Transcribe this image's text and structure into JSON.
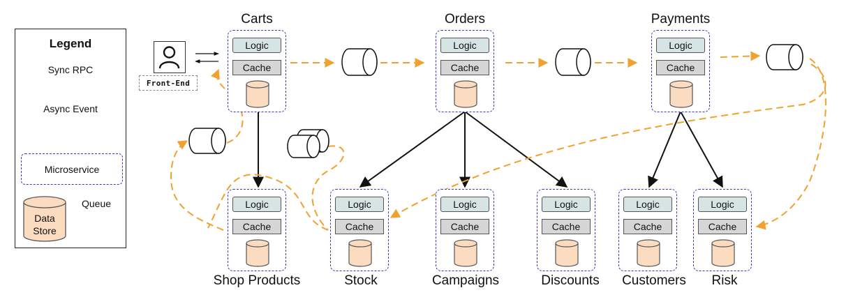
{
  "legend": {
    "title": "Legend",
    "sync_rpc": "Sync RPC",
    "async_event": "Async Event",
    "microservice": "Microservice",
    "data_store_line1": "Data",
    "data_store_line2": "Store",
    "queue": "Queue"
  },
  "front_end": {
    "label": "Front-End"
  },
  "services": {
    "carts": {
      "name": "Carts",
      "logic": "Logic",
      "cache": "Cache"
    },
    "orders": {
      "name": "Orders",
      "logic": "Logic",
      "cache": "Cache"
    },
    "payments": {
      "name": "Payments",
      "logic": "Logic",
      "cache": "Cache"
    },
    "shop_products": {
      "name": "Shop Products",
      "logic": "Logic",
      "cache": "Cache"
    },
    "stock": {
      "name": "Stock",
      "logic": "Logic",
      "cache": "Cache"
    },
    "campaigns": {
      "name": "Campaigns",
      "logic": "Logic",
      "cache": "Cache"
    },
    "discounts": {
      "name": "Discounts",
      "logic": "Logic",
      "cache": "Cache"
    },
    "customers": {
      "name": "Customers",
      "logic": "Logic",
      "cache": "Cache"
    },
    "risk": {
      "name": "Risk",
      "logic": "Logic",
      "cache": "Cache"
    }
  },
  "colors": {
    "async_arrow": "#f0a22e",
    "microservice_border": "#3a3ab8",
    "logic_fill": "#d7e4e4",
    "cache_fill": "#d6d6d6",
    "datastore_fill": "#fbdcc0"
  }
}
